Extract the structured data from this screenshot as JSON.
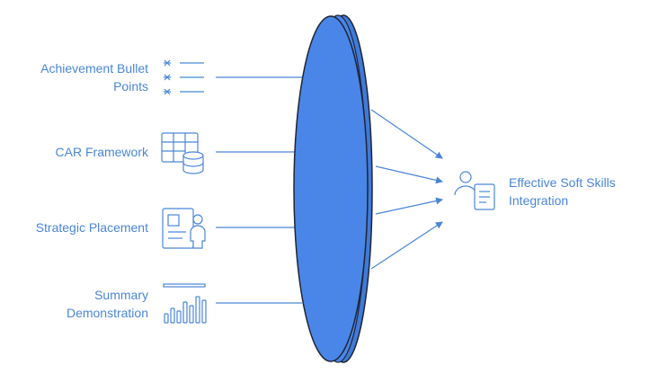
{
  "inputs": [
    {
      "label": "Achievement Bullet\nPoints",
      "icon": "bullet-list-icon"
    },
    {
      "label": "CAR Framework",
      "icon": "table-database-icon"
    },
    {
      "label": "Strategic Placement",
      "icon": "profile-card-icon"
    },
    {
      "label": "Summary\nDemonstration",
      "icon": "bar-chart-icon"
    }
  ],
  "output": {
    "label": "Effective Soft Skills\nIntegration",
    "icon": "person-document-icon"
  },
  "colors": {
    "accent": "#4a86d8",
    "lens_fill": "#4a86e8",
    "lens_edge": "#1f2533"
  }
}
